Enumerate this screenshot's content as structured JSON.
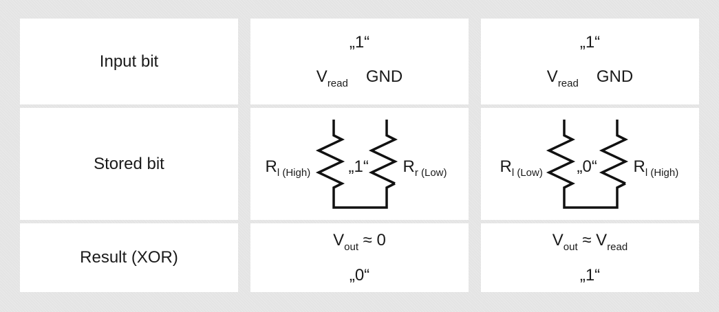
{
  "rows": {
    "input": {
      "label": "Input bit"
    },
    "stored": {
      "label": "Stored bit"
    },
    "result": {
      "label": "Result (XOR)"
    }
  },
  "columns": [
    {
      "input": {
        "bit": "„1“",
        "v_main": "V",
        "v_sub": "read",
        "gnd": "GND"
      },
      "stored": {
        "left_main": "R",
        "left_sub": "l (High)",
        "bit": "„1“",
        "right_main": "R",
        "right_sub": "r (Low)"
      },
      "result": {
        "v_main": "V",
        "v_sub": "out",
        "approx": " ≈ 0",
        "bit": "„0“"
      }
    },
    {
      "input": {
        "bit": "„1“",
        "v_main": "V",
        "v_sub": "read",
        "gnd": "GND"
      },
      "stored": {
        "left_main": "R",
        "left_sub": "l (Low)",
        "bit": "„0“",
        "right_main": "R",
        "right_sub": "l (High)"
      },
      "result": {
        "v_main": "V",
        "v_sub": "out",
        "approx": " ≈ ",
        "v2_main": "V",
        "v2_sub": "read",
        "bit": "„1“"
      }
    }
  ]
}
